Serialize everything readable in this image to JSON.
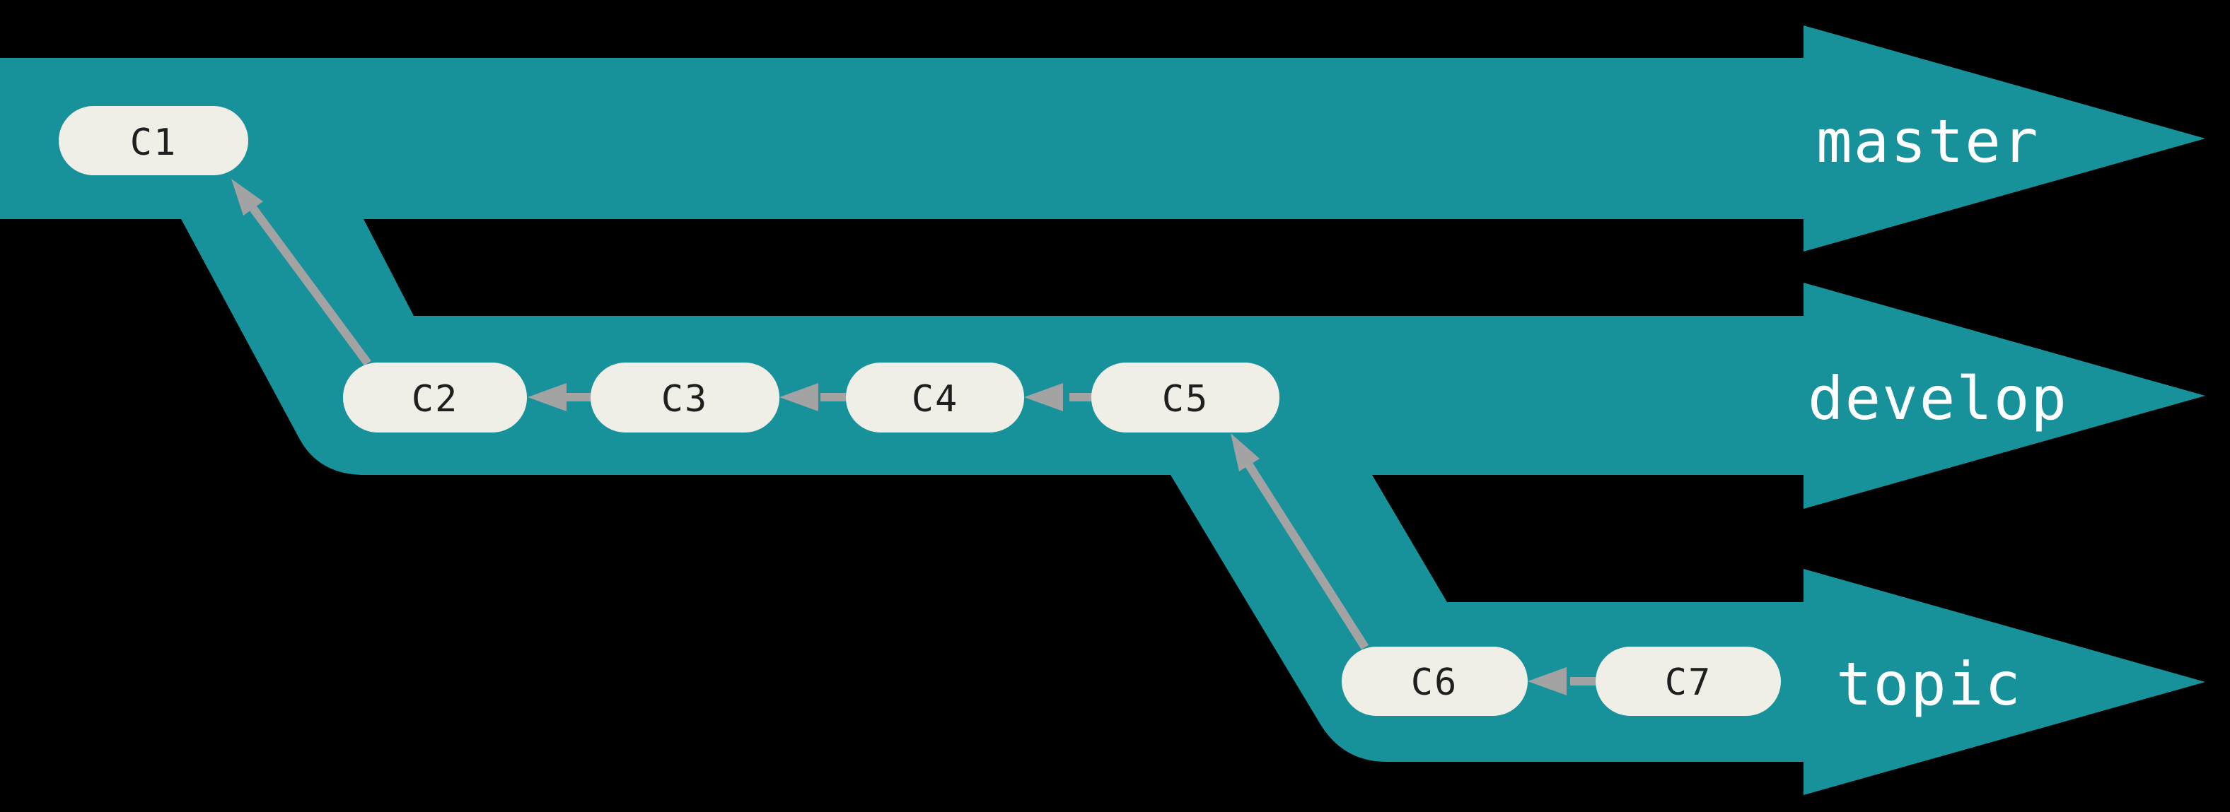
{
  "diagram": {
    "type": "git-branching-diagram",
    "colors": {
      "background": "#000000",
      "branch_band": "#17929b",
      "commit_fill": "#f0efe7",
      "commit_text": "#1f1f1f",
      "arrow": "#a3a3a3",
      "branch_label_text": "#ffffff"
    },
    "branches": [
      {
        "name": "master",
        "label": "master",
        "commits": [
          "C1"
        ]
      },
      {
        "name": "develop",
        "label": "develop",
        "commits": [
          "C2",
          "C3",
          "C4",
          "C5"
        ]
      },
      {
        "name": "topic",
        "label": "topic",
        "commits": [
          "C6",
          "C7"
        ]
      }
    ],
    "commits": [
      {
        "id": "C1",
        "label": "C1",
        "branch": "master",
        "parent": null
      },
      {
        "id": "C2",
        "label": "C2",
        "branch": "develop",
        "parent": "C1"
      },
      {
        "id": "C3",
        "label": "C3",
        "branch": "develop",
        "parent": "C2"
      },
      {
        "id": "C4",
        "label": "C4",
        "branch": "develop",
        "parent": "C3"
      },
      {
        "id": "C5",
        "label": "C5",
        "branch": "develop",
        "parent": "C4"
      },
      {
        "id": "C6",
        "label": "C6",
        "branch": "topic",
        "parent": "C5"
      },
      {
        "id": "C7",
        "label": "C7",
        "branch": "topic",
        "parent": "C6"
      }
    ]
  }
}
